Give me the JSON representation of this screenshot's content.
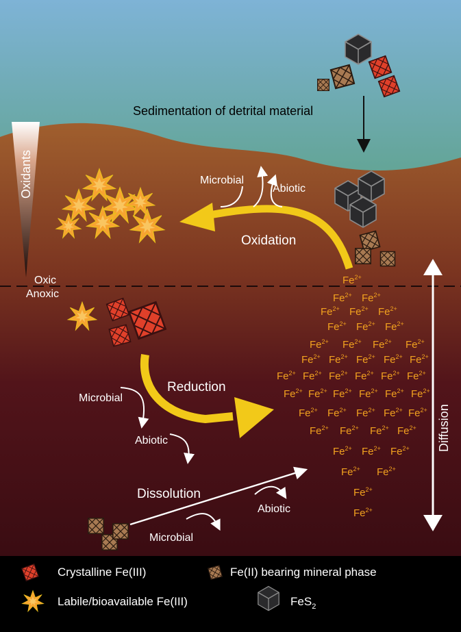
{
  "labels": {
    "sedimentation": "Sedimentation of detrital material",
    "oxidants": "Oxidants",
    "microbial_top": "Microbial",
    "abiotic_top": "Abiotic",
    "oxidation": "Oxidation",
    "oxic": "Oxic",
    "anoxic": "Anoxic",
    "reduction": "Reduction",
    "microbial_mid": "Microbial",
    "abiotic_mid": "Abiotic",
    "dissolution": "Dissolution",
    "abiotic_low": "Abiotic",
    "microbial_low": "Microbial",
    "diffusion": "Diffusion",
    "fe_base": "Fe",
    "fe_charge": "2+"
  },
  "legend": {
    "crystalline": "Crystalline Fe(III)",
    "fe2_mineral": "Fe(II) bearing mineral phase",
    "labile": "Labile/bioavailable Fe(III)",
    "fes2_base": "FeS",
    "fes2_sub": "2"
  },
  "colors": {
    "water_top": "#7aaed0",
    "water_bottom": "#6aa89c",
    "sediment_top": "#9a5a2e",
    "sediment_deep": "#3c0d10",
    "arrow_yellow": "#f2c919",
    "fe_text": "#f2a21f",
    "crystalline": "#e0402a",
    "fe2_mineral": "#a87a52",
    "labile": "#f7a430",
    "fes2": "#2e2e30",
    "legend_bg": "#000000"
  },
  "icons": [
    "crystalline-fe3-icon",
    "fe2-mineral-icon",
    "labile-fe3-star-icon",
    "fes2-cube-icon"
  ]
}
